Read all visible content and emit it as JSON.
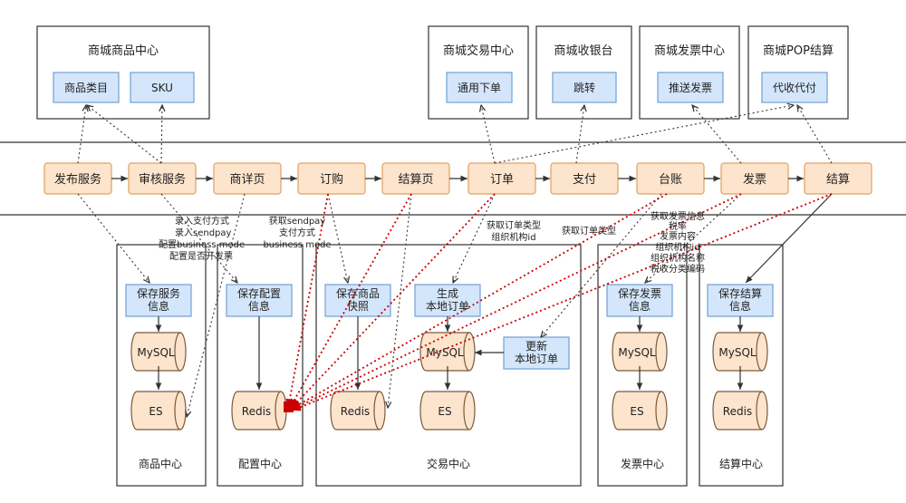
{
  "colors": {
    "process_fill": "#fde4cc",
    "process_stroke": "#e0a060",
    "blue_fill": "#d4e6fb",
    "blue_stroke": "#6fa0d8",
    "arrow_dark": "#333333",
    "arrow_red": "#cc0000"
  },
  "top_systems": [
    {
      "id": "goods",
      "title": "商城商品中心",
      "items": [
        "商品类目",
        "SKU"
      ]
    },
    {
      "id": "trade",
      "title": "商城交易中心",
      "items": [
        "通用下单"
      ]
    },
    {
      "id": "cashier",
      "title": "商城收银台",
      "items": [
        "跳转"
      ]
    },
    {
      "id": "invoice",
      "title": "商城发票中心",
      "items": [
        "推送发票"
      ]
    },
    {
      "id": "pop",
      "title": "商城POP结算",
      "items": [
        "代收代付"
      ]
    }
  ],
  "flow": [
    "发布服务",
    "审核服务",
    "商详页",
    "订购",
    "结算页",
    "订单",
    "支付",
    "台账",
    "发票",
    "结算"
  ],
  "centers": [
    {
      "id": "goods",
      "label": "商品中心",
      "nodes": [
        "保存服务\n信息",
        "MySQL",
        "ES"
      ]
    },
    {
      "id": "config",
      "label": "配置中心",
      "nodes": [
        "保存配置\n信息",
        "Redis"
      ]
    },
    {
      "id": "trade",
      "label": "交易中心",
      "nodes": [
        "保存商品\n快照",
        "Redis",
        "生成\n本地订单",
        "MySQL",
        "ES",
        "更新\n本地订单"
      ]
    },
    {
      "id": "invoice",
      "label": "发票中心",
      "nodes": [
        "保存发票\n信息",
        "MySQL",
        "ES"
      ]
    },
    {
      "id": "settle",
      "label": "结算中心",
      "nodes": [
        "保存结算\n信息",
        "MySQL",
        "Redis"
      ]
    }
  ],
  "annotations": {
    "audit": [
      "录入支付方式",
      "录入sendpay",
      "配置business mode",
      "配置是否开发票"
    ],
    "order": [
      "获取sendpay",
      "支付方式",
      "business mode"
    ],
    "order_type": [
      "获取订单类型",
      "组织机构id"
    ],
    "ledger_type": "获取订单类型",
    "invoice": [
      "获取发票信息",
      "税率",
      "发票内容",
      "组织机构id",
      "组织机构名称",
      "税收分类编码"
    ]
  }
}
